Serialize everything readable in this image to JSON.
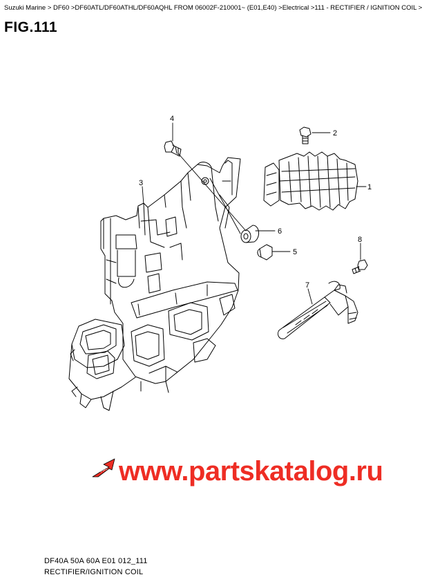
{
  "breadcrumb": "Suzuki Marine > DF60 >DF60ATL/DF60ATHL/DF60AQHL FROM 06002F-210001~ (E01,E40) >Electrical >111 - RECTIFIER / IGNITION COIL >",
  "figure_title": "FIG.111",
  "callouts": [
    "1",
    "2",
    "3",
    "4",
    "5",
    "6",
    "7",
    "8"
  ],
  "fwd_mark": "FWD",
  "watermark": "www.partskatalog.ru",
  "footer": {
    "code": "DF40A 50A 60A E01 012_111",
    "name": "RECTIFIER/IGNITION COIL"
  },
  "colors": {
    "watermark": "#ee2d24",
    "lines": "#000000"
  }
}
